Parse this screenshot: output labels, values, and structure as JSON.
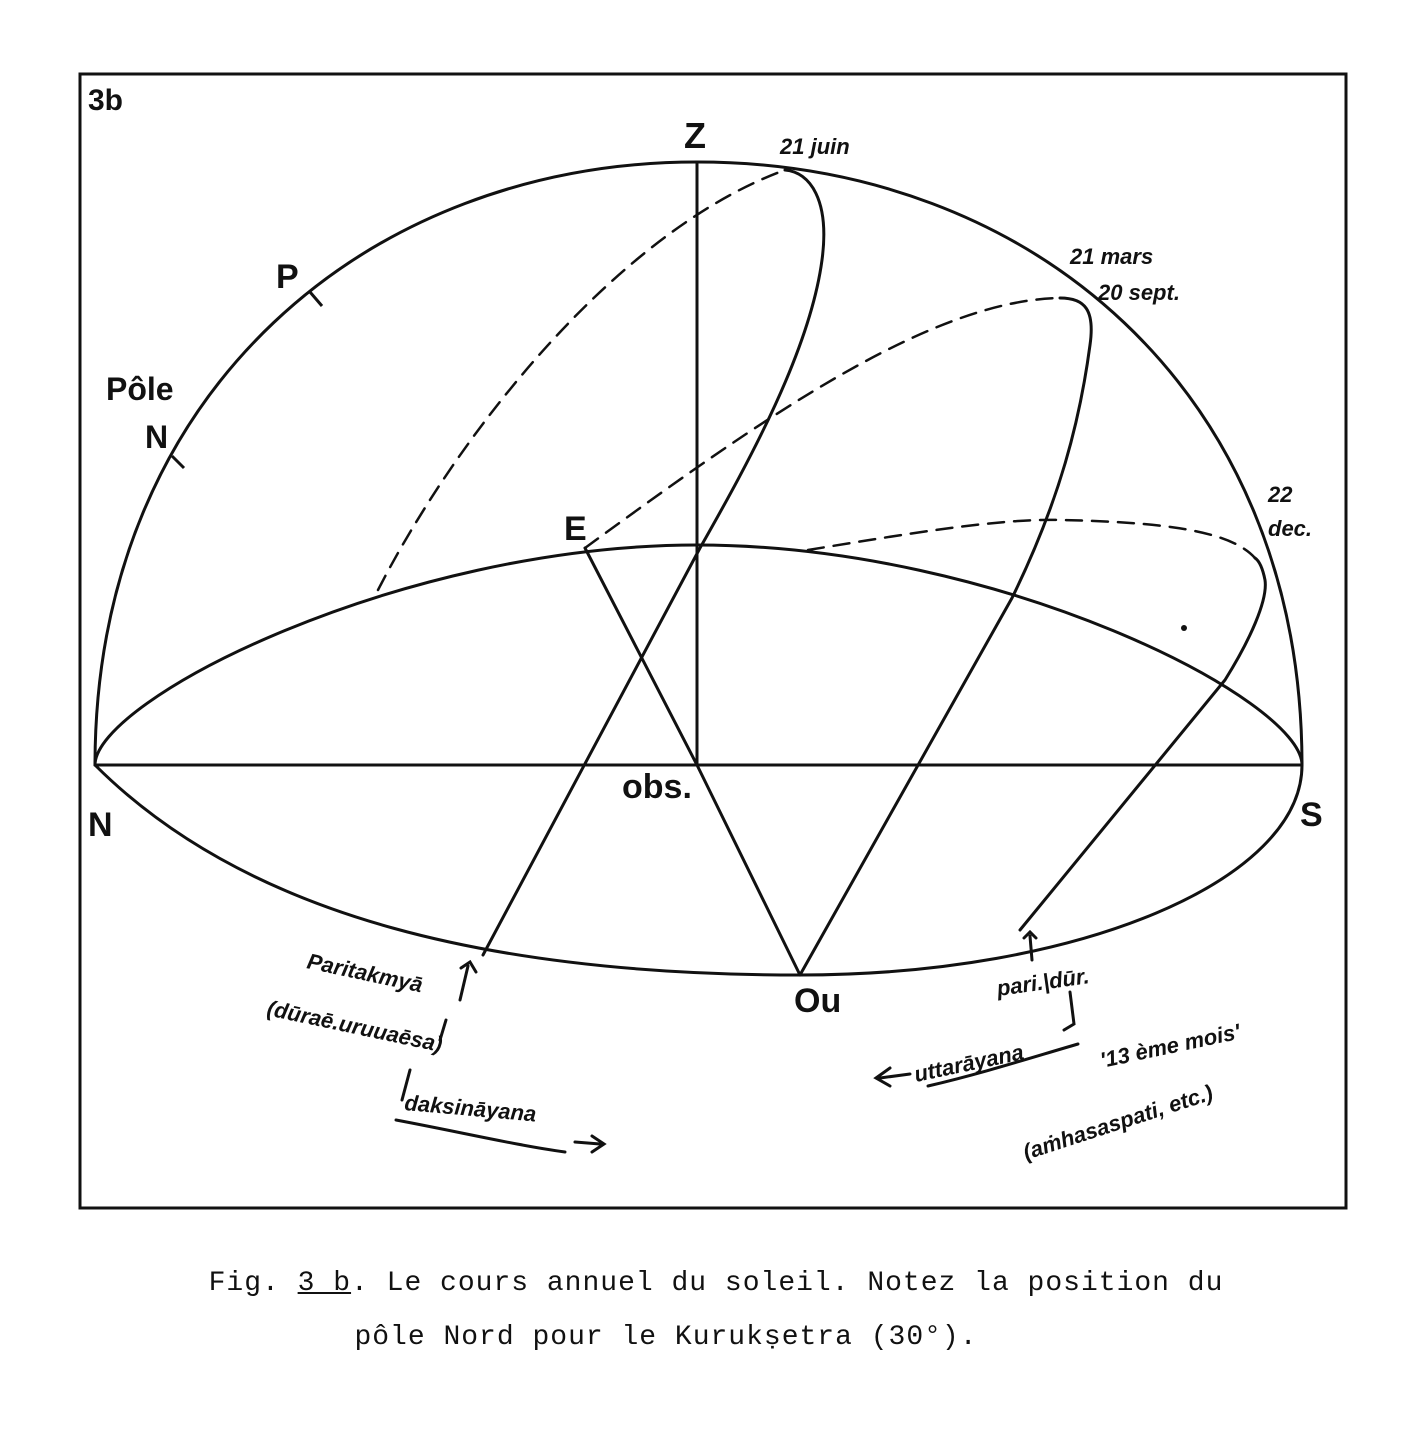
{
  "panel_label": "3b",
  "labels": {
    "zenith": "Z",
    "pole_p": "P",
    "pole_word": "Pôle",
    "pole_n": "N",
    "east": "E",
    "observer": "obs.",
    "north": "N",
    "south": "S",
    "west": "Ou"
  },
  "dates": {
    "summer_solstice": "21 juin",
    "equinox_1": "21 mars",
    "equinox_2": "20 sept.",
    "winter_day": "22",
    "winter_month": "dec."
  },
  "annotations": {
    "paritakmya": "Paritakmyā",
    "duraeuruuaesa": "(dūraē.uruuaēsa)",
    "daksinayana": "daksināyana",
    "pari_dur": "pari.|dūr.",
    "uttarayana": "uttarāyana",
    "mois13": "'13 ème mois'",
    "amhasaspati": "(aṁhasaspati, etc.)"
  },
  "caption": {
    "fig_prefix": "Fig. ",
    "fig_number": "3 b",
    "line1_rest": ". Le cours annuel du soleil. Notez la position du",
    "line2": "pôle Nord pour le Kurukṣetra (30°)."
  }
}
